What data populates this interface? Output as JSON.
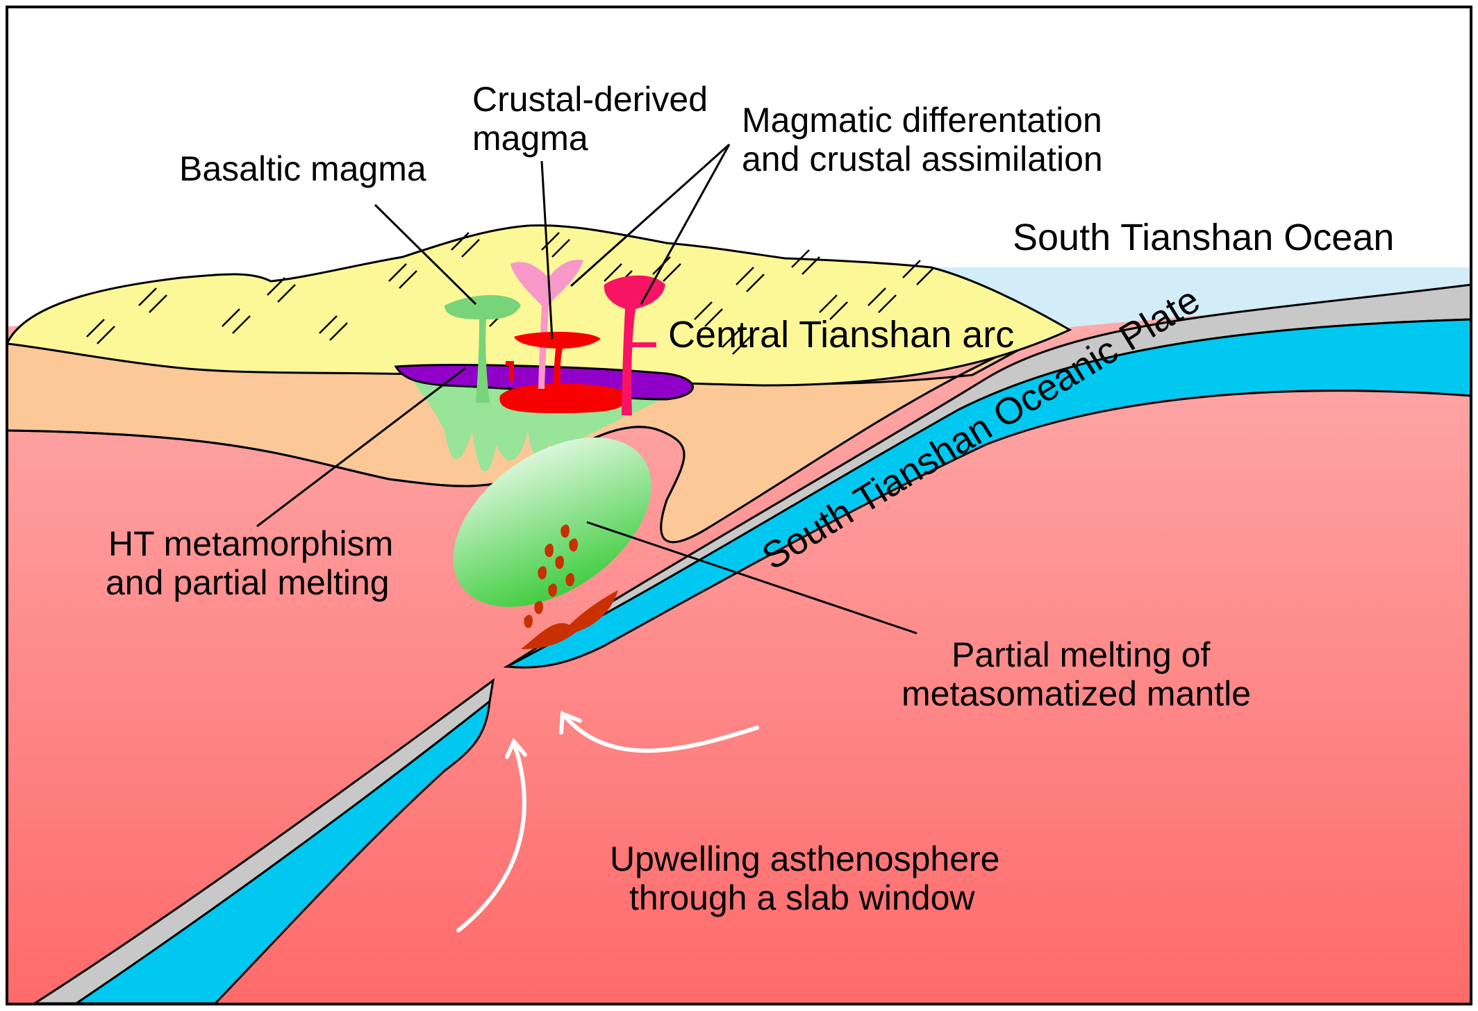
{
  "labels": {
    "crustal_derived_line1": "Crustal-derived",
    "crustal_derived_line2": "magma",
    "magmatic_diff_line1": "Magmatic differentation",
    "magmatic_diff_line2": "and crustal assimilation",
    "basaltic_magma": "Basaltic magma",
    "south_tianshan_ocean": "South Tianshan Ocean",
    "central_tianshan_arc": "Central Tianshan arc",
    "south_tianshan_plate": "South Tianshan Oceanic Plate",
    "ht_meta_line1": "HT metamorphism",
    "ht_meta_line2": "and partial melting",
    "partial_melting_line1": "Partial melting of",
    "partial_melting_line2": "metasomatized mantle",
    "upwelling_line1": "Upwelling asthenosphere",
    "upwelling_line2": "through a slab window"
  },
  "colors": {
    "mantle_top": "#fcc8c8",
    "mantle_bottom": "#ff6a6a",
    "lower_crust": "#fcc898",
    "upper_crust_arc": "#fcf898",
    "ocean_water": "#d2ecf8",
    "oceanic_crust_blue": "#00c8f0",
    "slab_cap_grey": "#c8c8c8",
    "basaltic_magma_green": "#78d478",
    "partial_melt_green": "#98e498",
    "metasomatized_green": "#3ccc3c",
    "crustal_magma_pink": "#f898c8",
    "mixed_magma_magenta": "#f81464",
    "red_magma": "#f80000",
    "purple_sill": "#9000c8",
    "melt_droplets": "#c83000",
    "arrow_white": "#ffffff"
  }
}
